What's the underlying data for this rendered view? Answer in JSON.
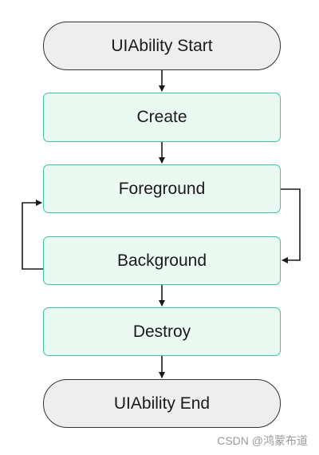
{
  "diagram": {
    "start": "UIAbility Start",
    "states": {
      "create": "Create",
      "foreground": "Foreground",
      "background": "Background",
      "destroy": "Destroy"
    },
    "end": "UIAbility End"
  },
  "watermark": "CSDN @鸿蒙布道",
  "colors": {
    "terminal_fill": "#eeeeee",
    "terminal_border": "#333333",
    "state_fill": "#eafaf3",
    "state_border": "#3cc4a4",
    "arrow": "#1a1a1a"
  }
}
